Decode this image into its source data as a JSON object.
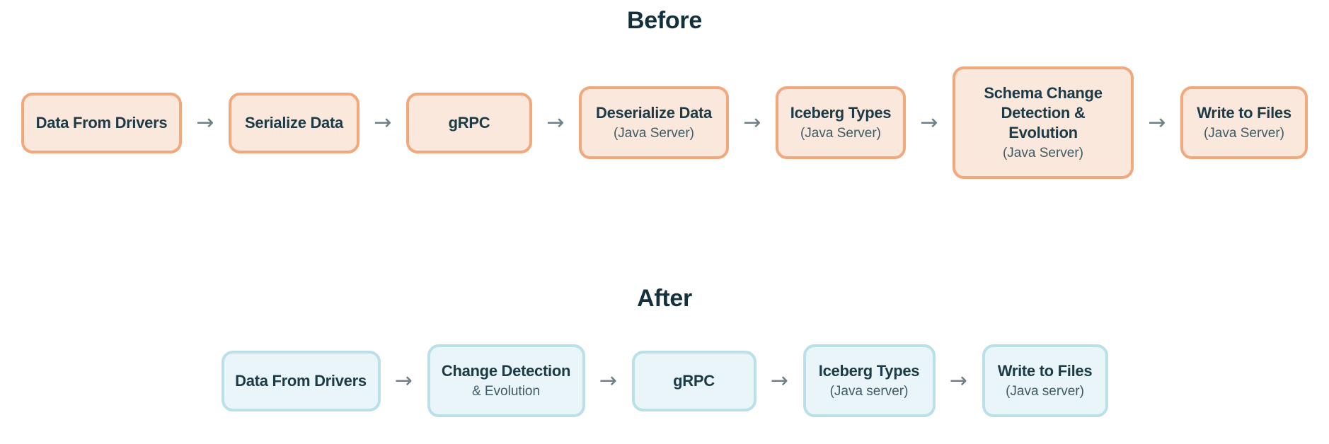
{
  "colors": {
    "page_background": "#FFFFFF",
    "heading_text": "#14303C",
    "step_title_text": "#1C3B47",
    "step_subtitle_text": "#3F5A64",
    "arrow": "#6F8089",
    "before_border": "#F2A87C",
    "before_fill": "#FBE8DC",
    "after_border": "#BAE0E8",
    "after_fill": "#E9F5F8"
  },
  "icons": {
    "arrow_right": "→"
  },
  "sections": [
    {
      "title": "Before",
      "steps": [
        {
          "title": "Data From Drivers"
        },
        {
          "title": "Serialize Data"
        },
        {
          "title": "gRPC"
        },
        {
          "title": "Deserialize Data",
          "subtitle": "(Java Server)"
        },
        {
          "title": "Iceberg Types",
          "subtitle": "(Java Server)"
        },
        {
          "title": "Schema Change Detection & Evolution",
          "subtitle": "(Java Server)"
        },
        {
          "title": "Write to Files",
          "subtitle": "(Java Server)"
        }
      ]
    },
    {
      "title": "After",
      "steps": [
        {
          "title": "Data From Drivers"
        },
        {
          "title": "Change Detection",
          "subtitle": "& Evolution"
        },
        {
          "title": "gRPC"
        },
        {
          "title": "Iceberg Types",
          "subtitle": "(Java server)"
        },
        {
          "title": "Write to Files",
          "subtitle": "(Java server)"
        }
      ]
    }
  ]
}
